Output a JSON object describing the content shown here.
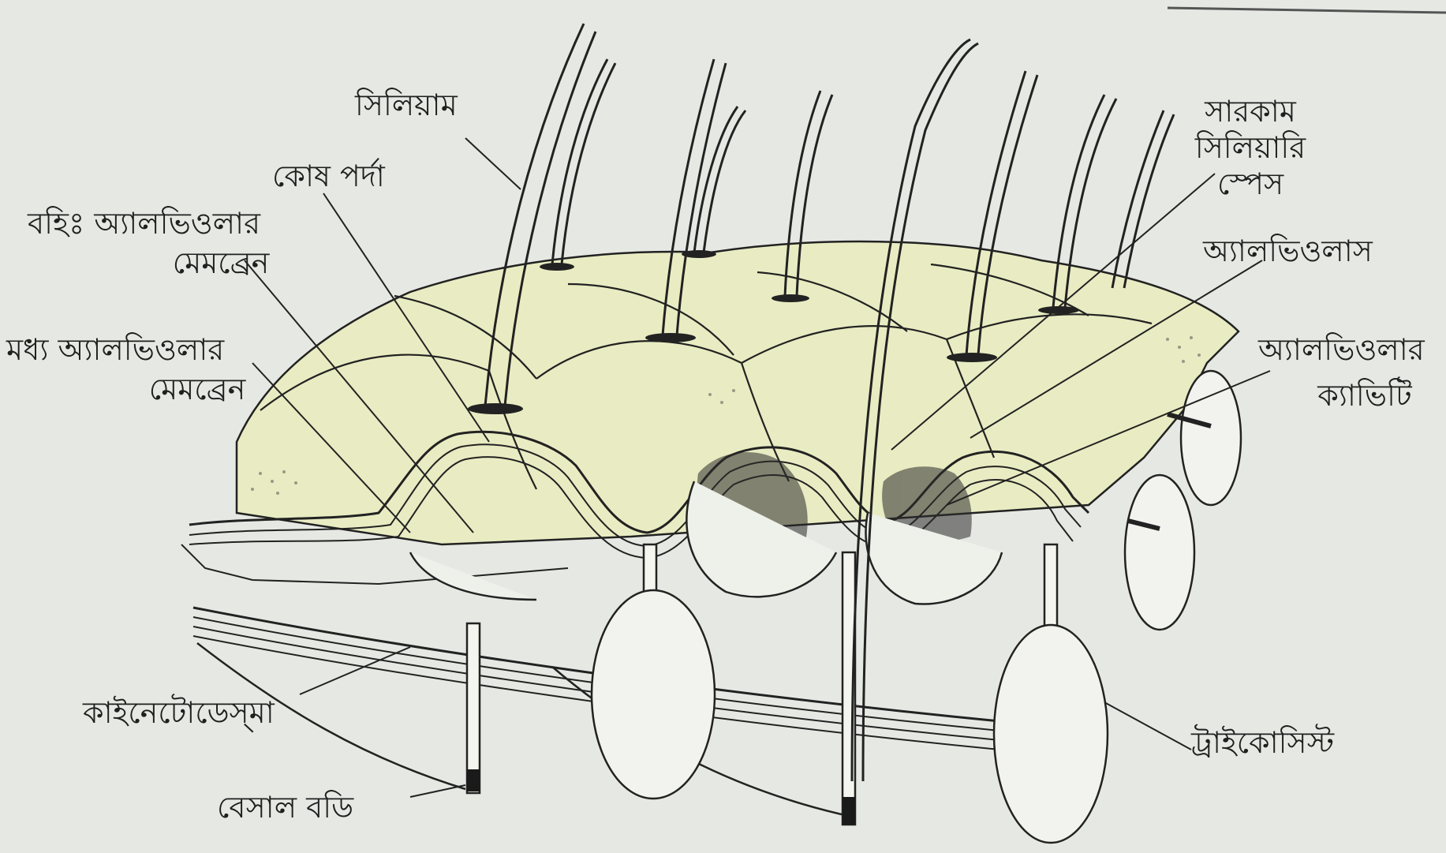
{
  "labels": {
    "cilium": "সিলিয়াম",
    "cell_membrane": "কোষ পর্দা",
    "outer_alveolar_line1": "বহিঃ অ্যালভিওলার",
    "outer_alveolar_line2": "মেমব্রেন",
    "middle_alveolar_line1": "মধ্য অ্যালভিওলার",
    "middle_alveolar_line2": "মেমব্রেন",
    "kinetodesma": "কাইনেটোডেস্‌মা",
    "basal_body": "বেসাল বডি",
    "perilemmal_line1": "সারকাম",
    "perilemmal_line2": "সিলিয়ারি",
    "perilemmal_line3": "স্পেস",
    "alveolus": "অ্যালভিওলাস",
    "alveolar_cavity_line1": "অ্যালভিওলার",
    "alveolar_cavity_line2": "ক্যাভিটি",
    "trichocyst": "ট্রাইকোসিস্ট"
  },
  "colors": {
    "paper": "#e6e9e3",
    "surface": "#e9ecc2",
    "ink": "#1f1f1f"
  }
}
